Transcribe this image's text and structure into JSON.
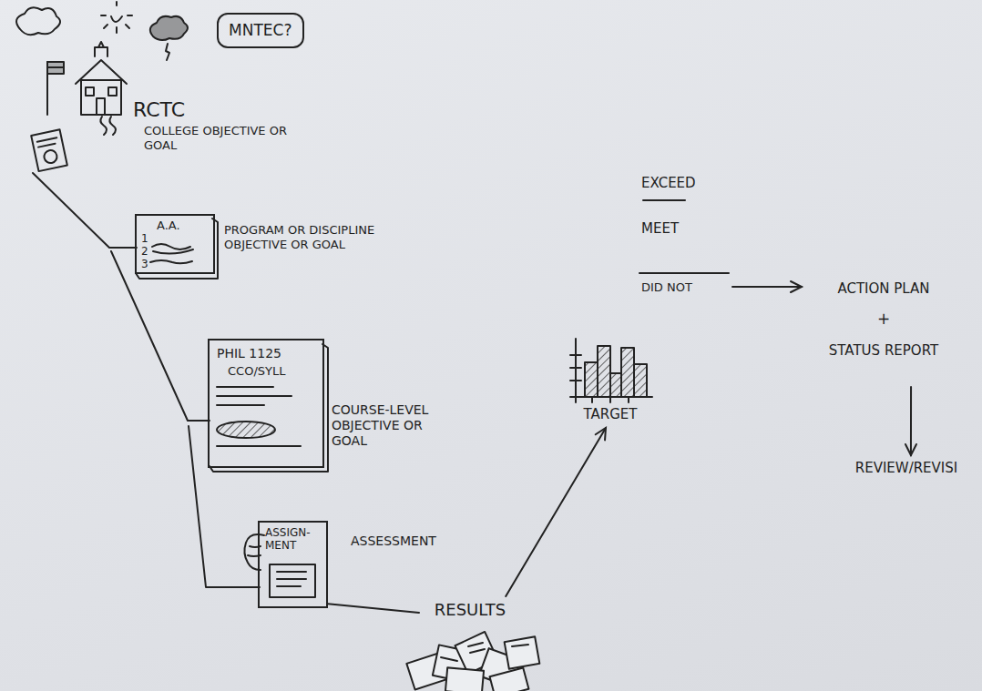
{
  "diagram": {
    "nodes": [
      {
        "text": [
          "MNTEC?"
        ]
      },
      {
        "text": [
          "1",
          "A.A.",
          "2",
          "3",
          "PROGRAM OR DISCIPLINE OBJECTIVE OR GOAL"
        ]
      },
      {
        "text": [
          "PHIL 1125",
          "CCO/SYLL",
          "COURSE-LEVEL OBJECTIVE OR GOAL"
        ]
      },
      {
        "text": [
          "ASSIGN- MENT",
          "ASSESSMENT"
        ]
      },
      {
        "text": [
          "RESULTS"
        ]
      },
      {
        "text": [
          "TARGET"
        ]
      },
      {
        "text": [
          "EXCEED",
          "MEET",
          "DID NOT"
        ]
      },
      {
        "text": [
          "ACTION PLAN",
          "+",
          "STATUS REPORT"
        ]
      },
      {
        "text": [
          "REVIEW/REVISI"
        ]
      }
    ],
    "edges": [
      {
        "from": 3,
        "to": 4,
        "arrow": "none"
      },
      {
        "from": 4,
        "to": 5,
        "arrow": "to"
      },
      {
        "from": 6,
        "to": 7,
        "arrow": "to"
      },
      {
        "from": 7,
        "to": 8,
        "arrow": "to"
      }
    ],
    "labels": [
      "RCTC",
      "COLLEGE OBJECTIVE OR GOAL"
    ]
  }
}
